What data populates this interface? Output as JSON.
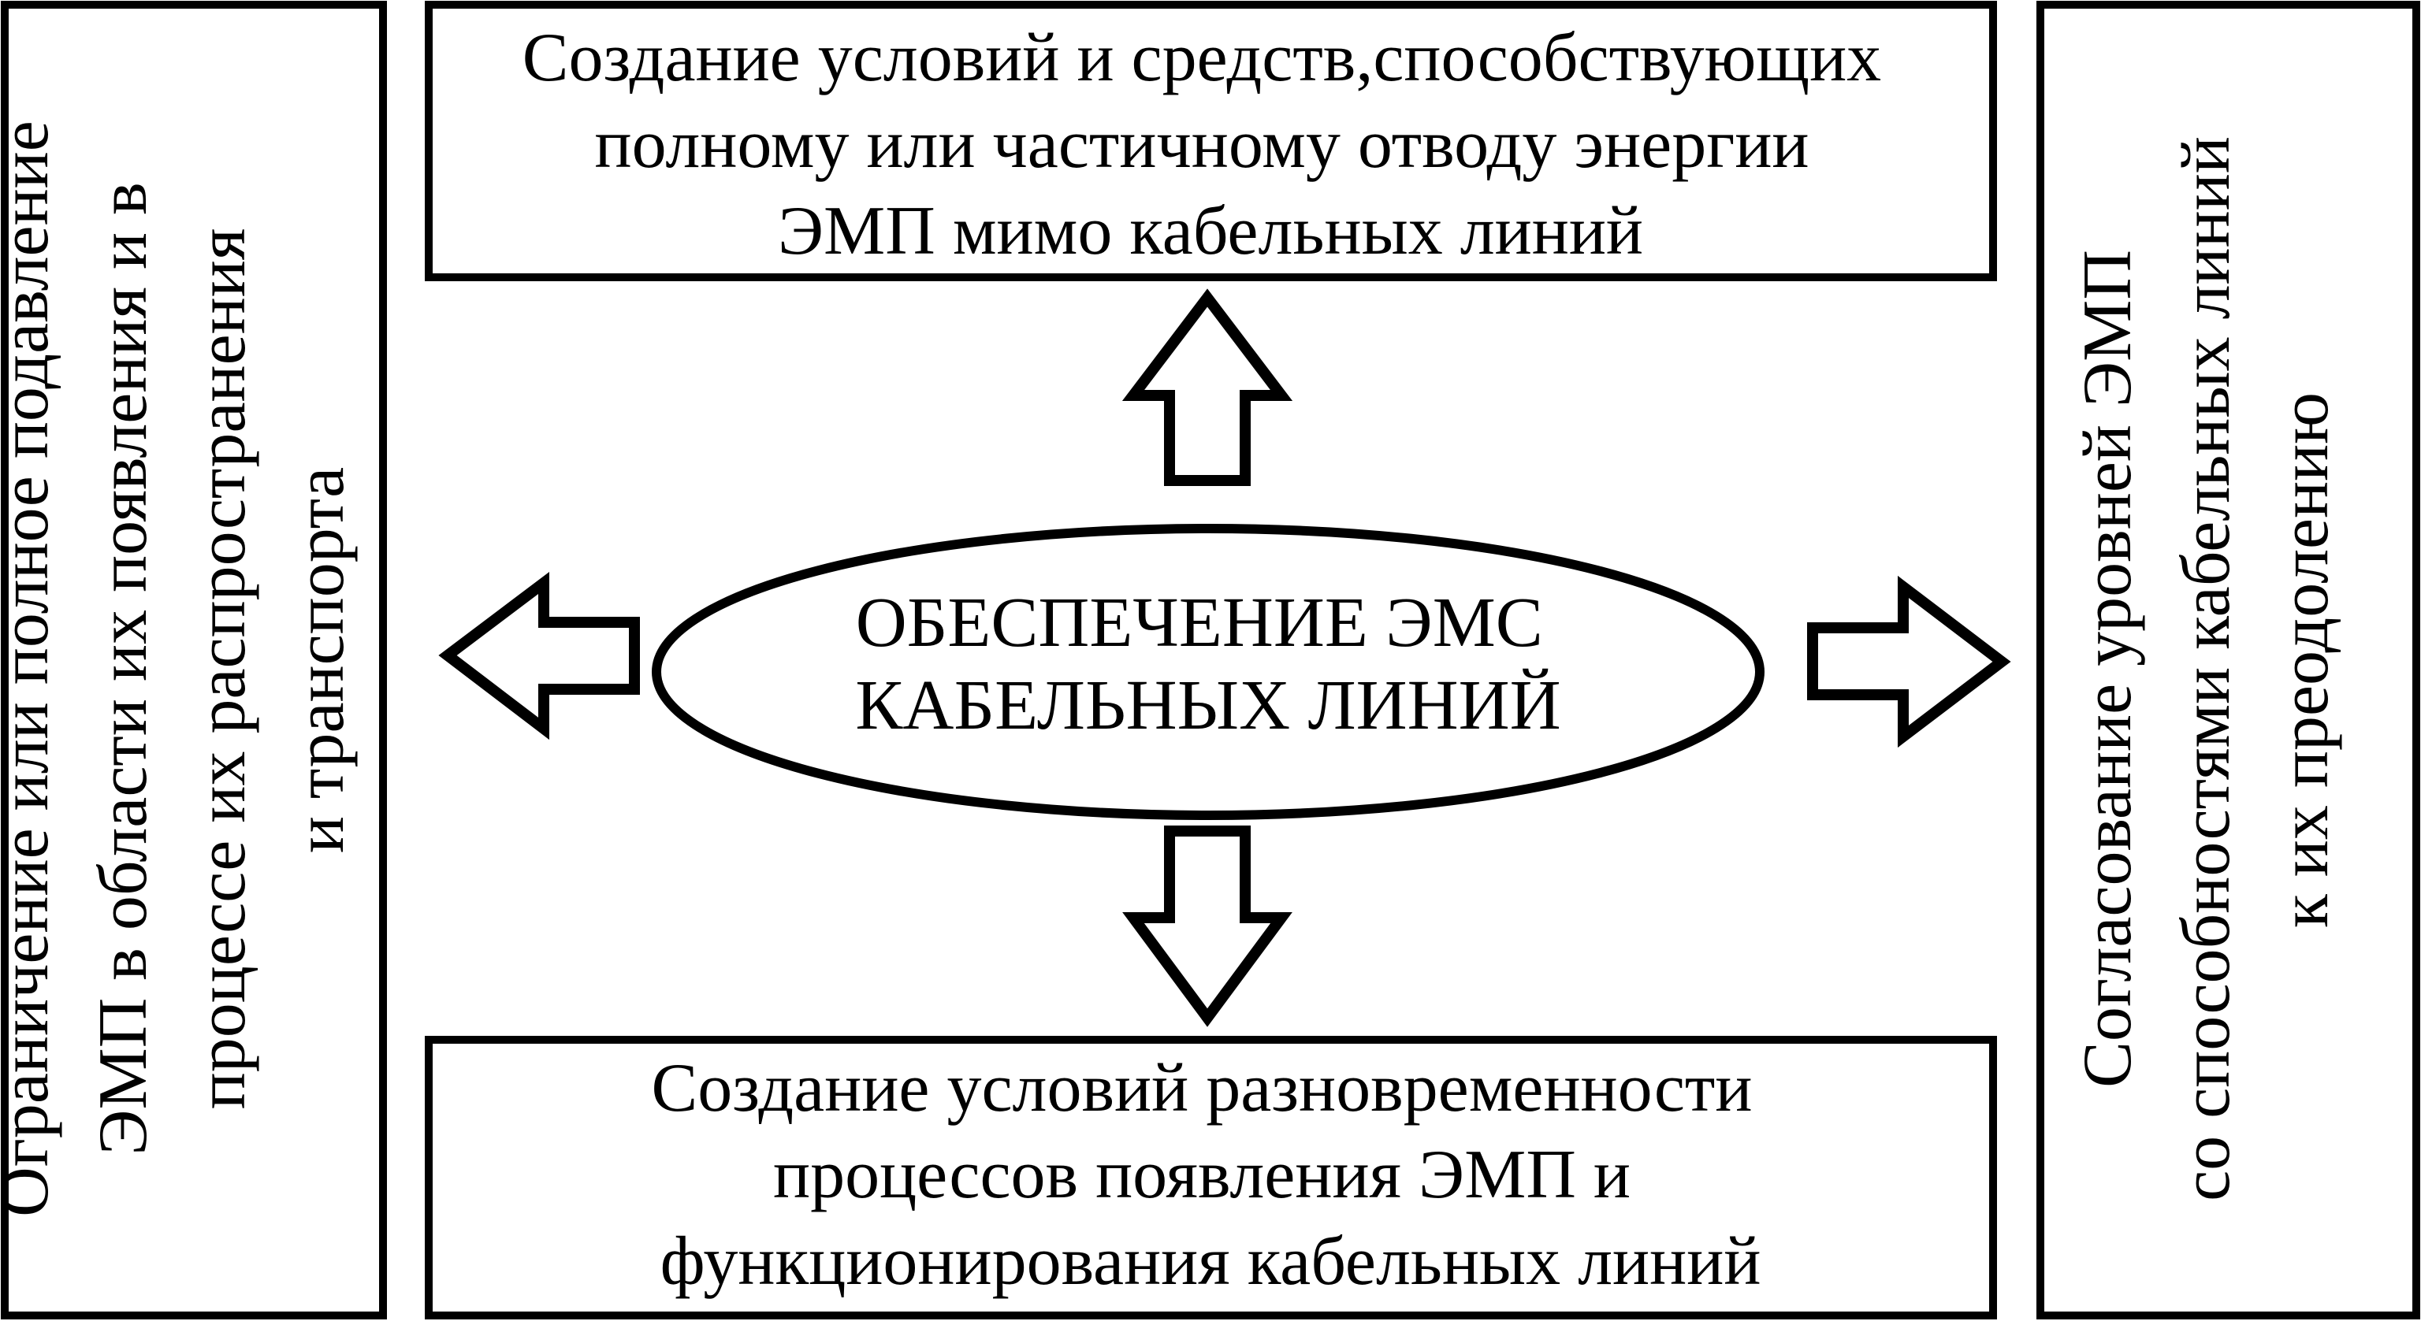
{
  "diagram": {
    "center": {
      "lines": [
        "ОБЕСПЕЧЕНИЕ ЭМС",
        "КАБЕЛЬНЫХ ЛИНИЙ"
      ]
    },
    "top_box": {
      "lines": [
        "Создание условий и средств,способствующих",
        "полному или частичному отводу энергии",
        "ЭМП мимо кабельных линий"
      ]
    },
    "bottom_box": {
      "lines": [
        "Создание условий разновременности",
        "процессов  появления ЭМП  и",
        "функционирования кабельных  линий"
      ]
    },
    "left_box": {
      "lines": [
        "Ограничение или полное подавление",
        "ЭМП  в области их появления и в",
        "процессе их распространения",
        "и транспорта"
      ]
    },
    "right_box": {
      "lines": [
        "Согласование уровней ЭМП",
        "со способностями кабельных линий",
        "к их преодолению"
      ]
    }
  }
}
